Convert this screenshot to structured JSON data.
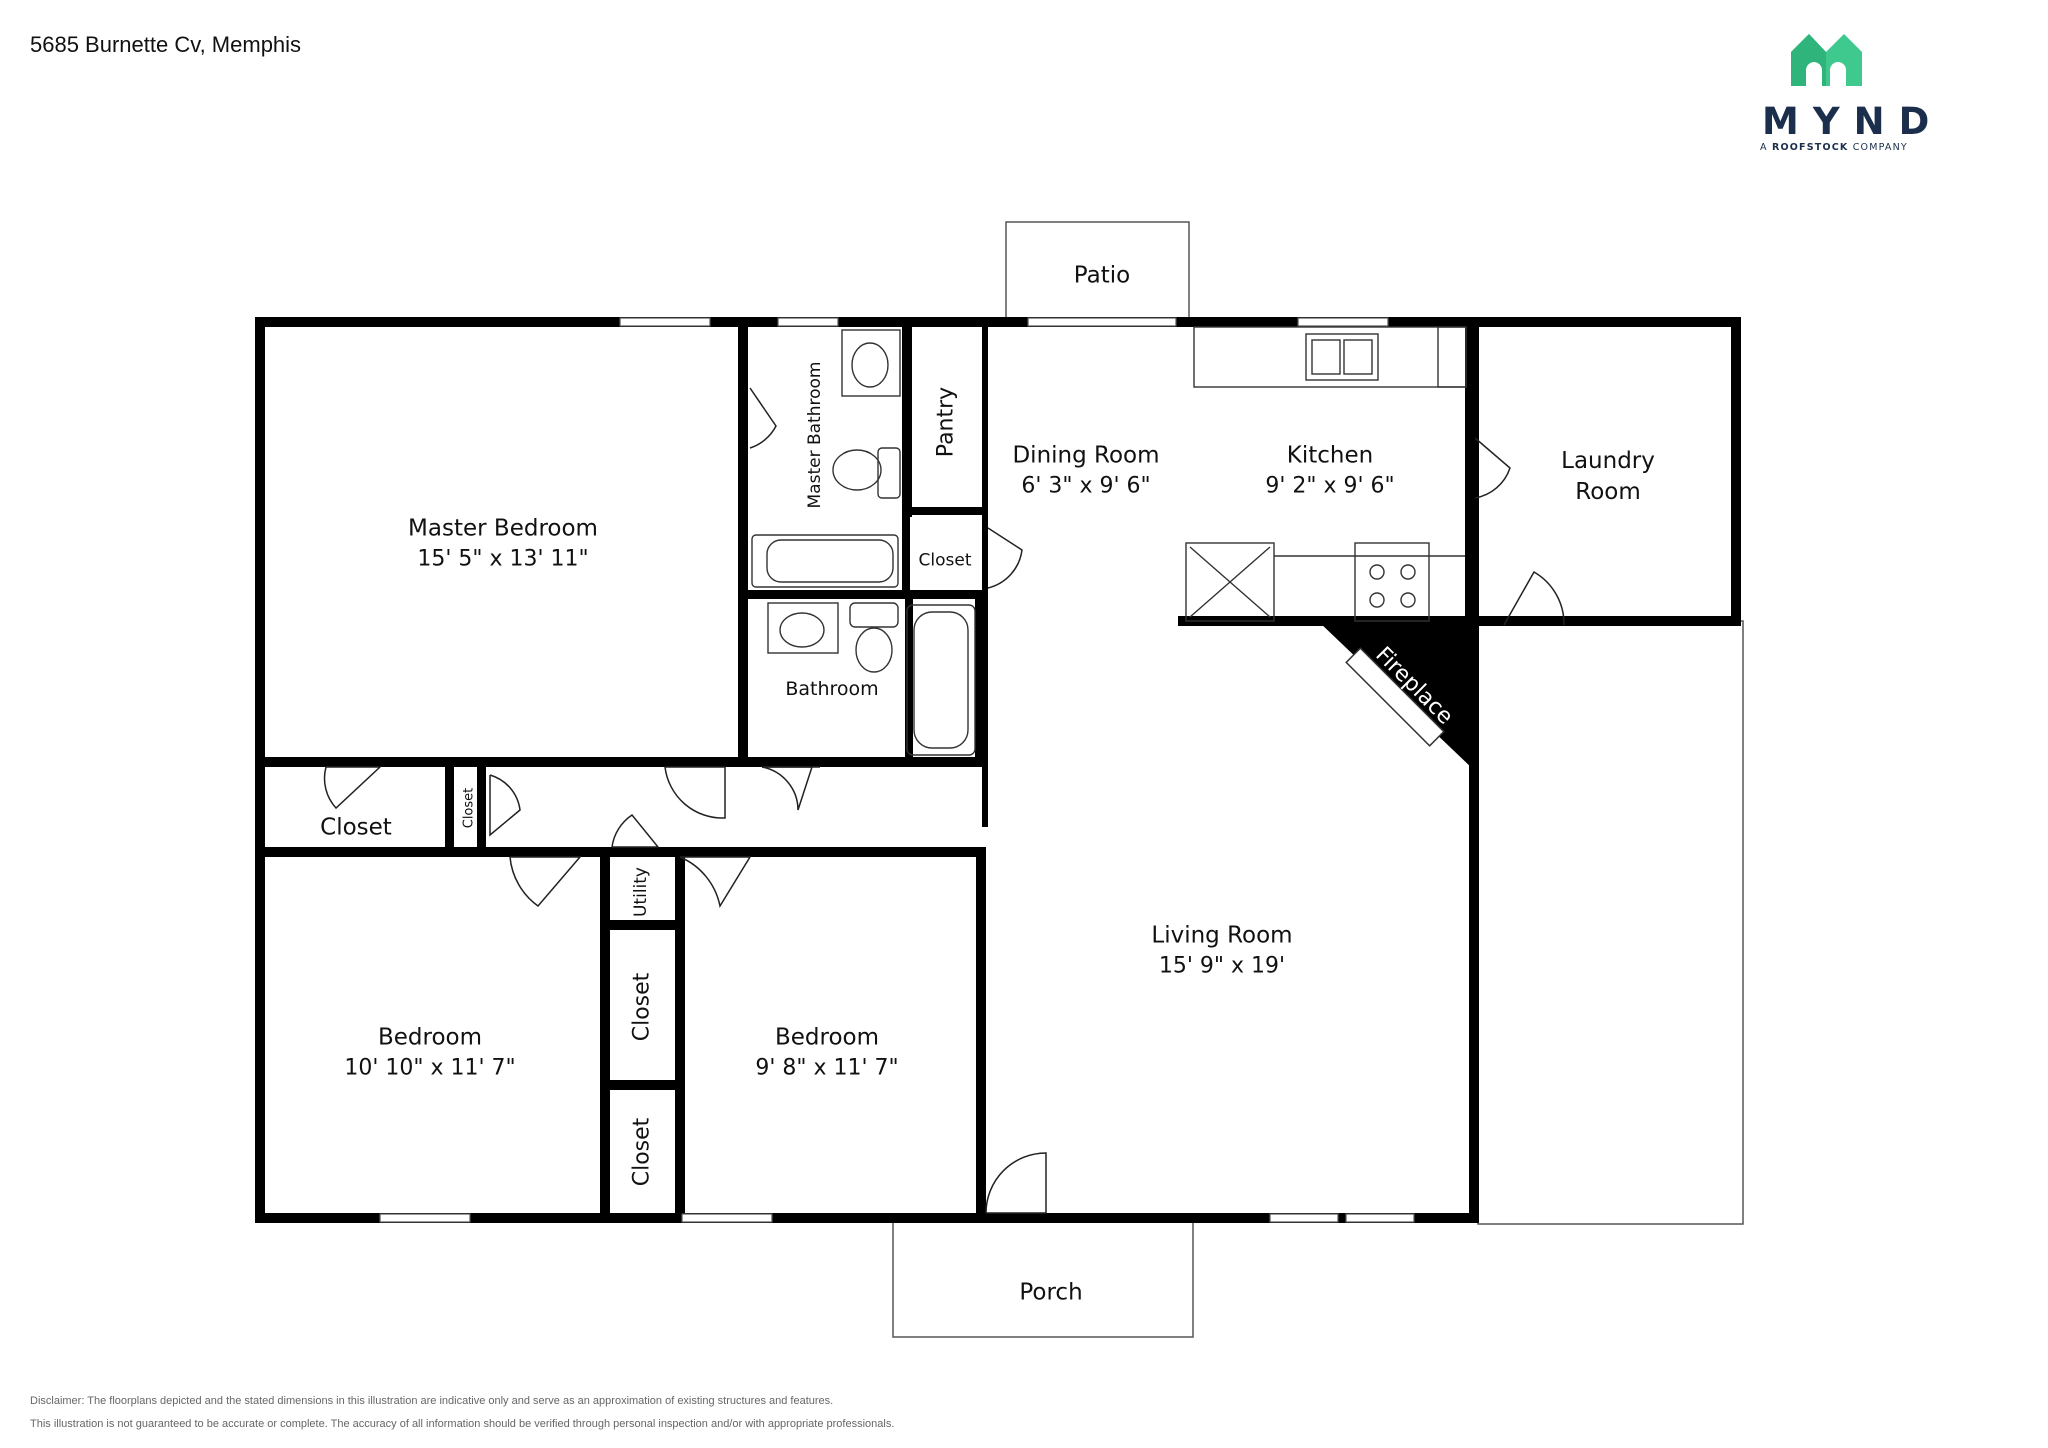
{
  "address": "5685 Burnette Cv, Memphis",
  "logo": {
    "wordmark": "MYND",
    "tagline_prefix": "A",
    "tagline_brand": "ROOFSTOCK",
    "tagline_suffix": "COMPANY",
    "brand_color": "#3fc98f",
    "text_color": "#1b2e4b"
  },
  "rooms": {
    "patio": "Patio",
    "master_bedroom": {
      "name": "Master Bedroom",
      "dim": "15' 5\" x 13' 11\""
    },
    "master_bathroom": "Master Bathroom",
    "pantry": "Pantry",
    "closet_pantry": "Closet",
    "dining_room": {
      "name": "Dining Room",
      "dim": "6' 3\" x 9' 6\""
    },
    "kitchen": {
      "name": "Kitchen",
      "dim": "9' 2\" x 9' 6\""
    },
    "laundry_room": {
      "line1": "Laundry",
      "line2": "Room"
    },
    "bathroom": "Bathroom",
    "fireplace": "Fireplace",
    "closet_hall": "Closet",
    "closet_small": "Closet",
    "utility": "Utility",
    "closet_mid_upper": "Closet",
    "closet_mid_lower": "Closet",
    "bedroom_left": {
      "name": "Bedroom",
      "dim": "10' 10\" x 11' 7\""
    },
    "bedroom_right": {
      "name": "Bedroom",
      "dim": "9' 8\" x 11' 7\""
    },
    "living_room": {
      "name": "Living Room",
      "dim": "15' 9\" x 19'"
    },
    "porch": "Porch"
  },
  "disclaimer": {
    "line1": "Disclaimer: The floorplans depicted and the stated dimensions in this illustration are indicative only and serve as an approximation of existing structures and features.",
    "line2": "This illustration is not guaranteed to be accurate or complete. The accuracy of all information should be verified through personal inspection and/or with appropriate professionals."
  }
}
